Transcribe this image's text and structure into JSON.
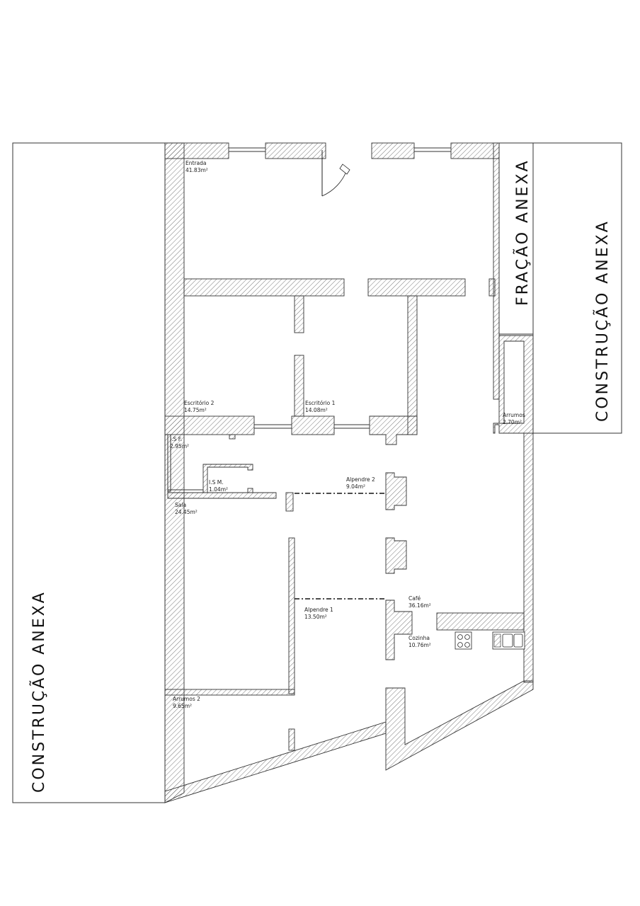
{
  "rooms": [
    {
      "name": "Entrada",
      "area": "41.83m²"
    },
    {
      "name": "Escritório 2",
      "area": "14.75m²"
    },
    {
      "name": "Escritório 1",
      "area": "14.08m²"
    },
    {
      "name": "Arrumos",
      "area": "2.70m²"
    },
    {
      "name": "I.S F.",
      "area": "2.95m²"
    },
    {
      "name": "I.S M.",
      "area": "1.04m²"
    },
    {
      "name": "Alpendre 2",
      "area": "9.04m²"
    },
    {
      "name": "Sala",
      "area": "24.45m²"
    },
    {
      "name": "Café",
      "area": "36.16m²"
    },
    {
      "name": "Alpendre 1",
      "area": "13.50m²"
    },
    {
      "name": "Cozinha",
      "area": "10.76m²"
    },
    {
      "name": "Arrumos 2",
      "area": "9.65m²"
    }
  ],
  "neighbors": {
    "left": "CONSTRUÇÃO ANEXA",
    "right": "CONSTRUÇÃO ANEXA",
    "top_right": "FRAÇÃO ANEXA"
  },
  "icons": [
    "door-swing-icon",
    "stove-icon",
    "sink-icon"
  ]
}
